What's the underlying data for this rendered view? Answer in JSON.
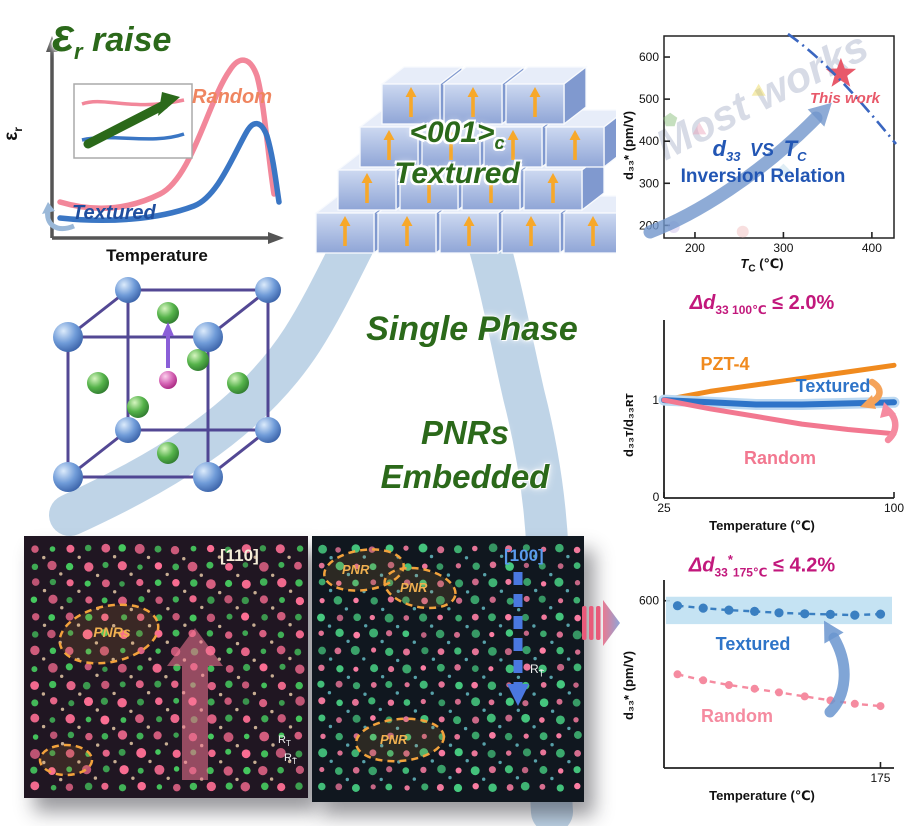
{
  "page": {
    "background": "#ffffff"
  },
  "colors": {
    "green_heading": "#2b691a",
    "blue_primary": "#2e74c8",
    "pink_series": "#f2879a",
    "orange_series": "#f08a1e",
    "magenta_title": "#c2187c",
    "panel_border": "#8cc0dc",
    "star_red": "#e8596a",
    "pnr_orange": "#f0b050"
  },
  "schematic": {
    "title_eps": "ε",
    "title_eps_sub": "r",
    "title_rest": " raise",
    "y_eps": "ε",
    "y_sub": "r"
  },
  "cubes": {
    "label_pre": "<001>",
    "label_sub": "c",
    "label_line2": "Textured"
  },
  "center": {
    "line1": "Single Phase",
    "line2": "PNRs",
    "line3": "Embedded"
  },
  "tem_left": {
    "tag": "[110]",
    "pnr_label": "PNRs",
    "r1_base": "R",
    "r1_sub": "T",
    "r2_base": "R",
    "r2_sub": "T̄"
  },
  "tem_right": {
    "tag": "[100]",
    "pnr_label_1": "PNR",
    "pnr_label_2": "PNR",
    "pnr_label_3": "PNR",
    "r_base": "R",
    "r_sub": "T̄"
  },
  "chart_data": [
    {
      "id": "d33-vs-tc-inversion",
      "type": "scatter",
      "xlabel": "TC (℃)",
      "xlabel_base": "T",
      "xlabel_sub": "C",
      "xlabel_unit": " (℃)",
      "ylabel": "d₃₃* (pm/V)",
      "xlim": [
        165,
        425
      ],
      "ylim": [
        170,
        650
      ],
      "xticks": [
        200,
        300,
        400
      ],
      "yticks": [
        200,
        300,
        400,
        500,
        600
      ],
      "this_work_point": {
        "x": 365,
        "y": 560
      },
      "other_points": [
        {
          "x": 172,
          "y": 450,
          "color": "#7fb96f",
          "shape": "pentagon"
        },
        {
          "x": 272,
          "y": 520,
          "color": "#e8d44f",
          "shape": "triangle"
        },
        {
          "x": 205,
          "y": 428,
          "color": "#e89fb8",
          "shape": "triangle"
        },
        {
          "x": 176,
          "y": 196,
          "color": "#c8b8e8",
          "shape": "circle"
        },
        {
          "x": 254,
          "y": 185,
          "color": "#f0b8b8",
          "shape": "circle"
        },
        {
          "x": 300,
          "y": 330,
          "color": "#b8d8e8",
          "shape": "diamond"
        }
      ],
      "annotations": {
        "watermark": "Most works",
        "this_work": "This work",
        "d_base": "d",
        "d_sub": "33",
        "vs": "VS",
        "t_base": "T",
        "t_sub": "C",
        "line2": "Inversion Relation"
      }
    },
    {
      "id": "d33-ratio-vs-temperature",
      "type": "line",
      "title": "Δd33 100℃ ≤ 2.0%",
      "title_prefix": "Δd",
      "title_sub": "33 100℃",
      "title_suffix": " ≤ 2.0%",
      "xlabel": "Temperature  (℃)",
      "ylabel": "d₃₃ᴛ/d₃₃ʀᴛ",
      "xlim": [
        25,
        100
      ],
      "ylim": [
        0.55,
        1.35
      ],
      "xticks": [
        25,
        100
      ],
      "yticks": [
        1
      ],
      "origin_label": "0",
      "x": [
        25,
        40,
        55,
        70,
        85,
        100
      ],
      "series": [
        {
          "name": "PZT-4",
          "color": "#f08a1e",
          "values": [
            1.0,
            1.04,
            1.07,
            1.1,
            1.13,
            1.16
          ]
        },
        {
          "name": "Textured",
          "color": "#2e74c8",
          "values": [
            1.0,
            0.99,
            0.98,
            0.98,
            0.985,
            0.99
          ]
        },
        {
          "name": "Random",
          "color": "#f27890",
          "values": [
            1.0,
            0.96,
            0.925,
            0.89,
            0.865,
            0.845
          ]
        }
      ]
    },
    {
      "id": "d33-vs-temperature",
      "type": "line-scatter",
      "title": "Δd33* 175℃ ≤ 4.2%",
      "title_prefix": "Δd",
      "title_sub_a": "33",
      "title_sup": "*",
      "title_sub_b": "175℃",
      "title_suffix": " ≤ 4.2%",
      "xlabel": "Temperature  (℃)",
      "ylabel": "d₃₃* (pm/V)",
      "xlim": [
        15,
        185
      ],
      "ylim": [
        100,
        650
      ],
      "xticks": [
        175
      ],
      "yticks": [
        600
      ],
      "x": [
        25,
        44,
        63,
        82,
        100,
        119,
        138,
        156,
        175
      ],
      "series": [
        {
          "name": "Textured",
          "color": "#3a7fc1",
          "values": [
            585,
            578,
            572,
            568,
            564,
            561,
            559,
            557,
            560
          ]
        },
        {
          "name": "Random",
          "color": "#f58ba0",
          "values": [
            380,
            362,
            348,
            337,
            326,
            314,
            302,
            292,
            285
          ]
        }
      ]
    },
    {
      "id": "epsilon-schematic",
      "type": "line",
      "qualitative": true,
      "title": "εr raise",
      "xlabel": "Temperature",
      "ylabel": "εr",
      "series": [
        {
          "name": "Random",
          "color": "#f2879a"
        },
        {
          "name": "Textured",
          "color": "#3a76c4"
        }
      ]
    }
  ]
}
